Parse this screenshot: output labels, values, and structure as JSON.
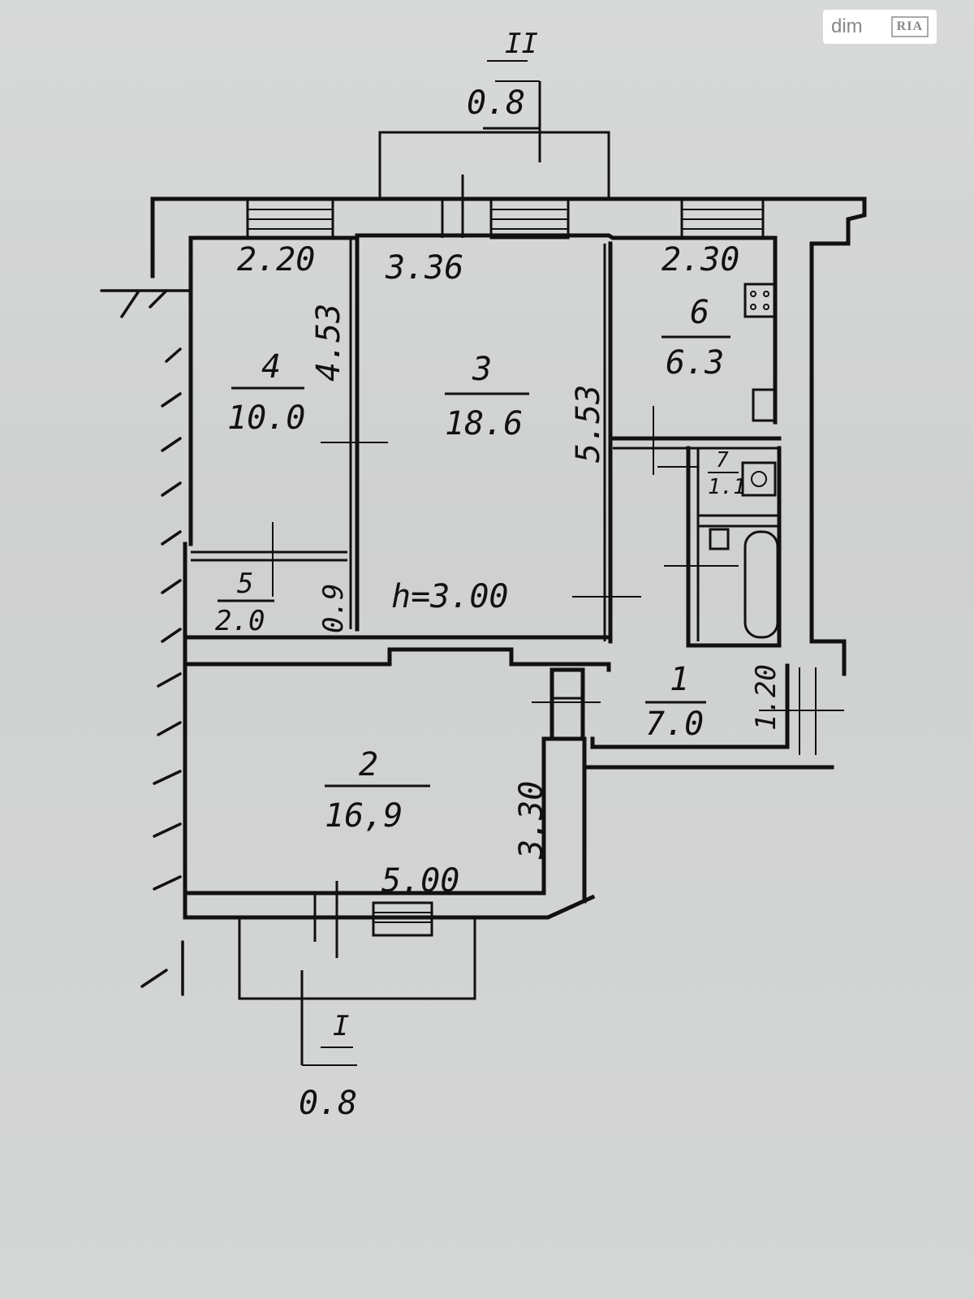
{
  "watermark": {
    "brand": "dim",
    "sub": "RIA"
  },
  "rooms": [
    {
      "id": "room-1",
      "number": "1",
      "area": "7.0"
    },
    {
      "id": "room-2",
      "number": "2",
      "area": "16,9"
    },
    {
      "id": "room-3",
      "number": "3",
      "area": "18.6"
    },
    {
      "id": "room-4",
      "number": "4",
      "area": "10.0"
    },
    {
      "id": "room-5",
      "number": "5",
      "area": "2.0"
    },
    {
      "id": "room-6",
      "number": "6",
      "area": "6.3"
    },
    {
      "id": "room-7",
      "number": "7",
      "area": "1.1"
    }
  ],
  "dimensions": {
    "w4": "2.20",
    "w3": "3.36",
    "w6": "2.30",
    "h4": "4.53",
    "h3": "5.53",
    "h5": "0.9",
    "h1": "1.20",
    "h2": "3.30",
    "w2": "5.00"
  },
  "ceiling": "h=3.00",
  "balconies": [
    {
      "id": "balcony-top",
      "number": "II",
      "area": "0.8"
    },
    {
      "id": "balcony-bottom",
      "number": "I",
      "area": "0.8"
    }
  ]
}
